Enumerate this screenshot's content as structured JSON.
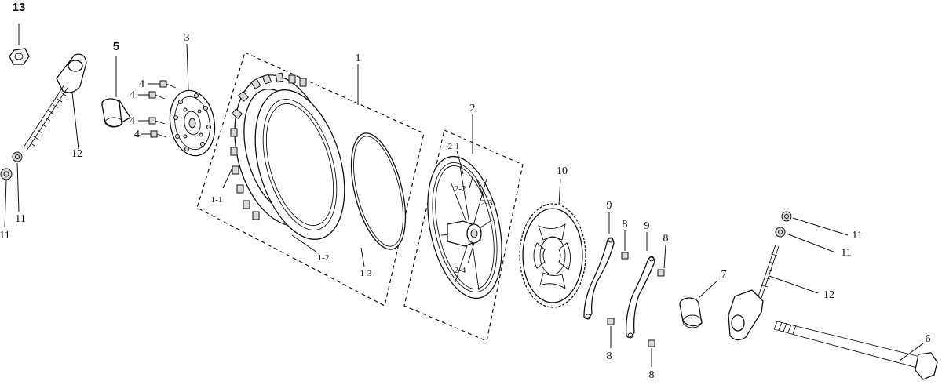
{
  "diagram": {
    "callouts": {
      "c13": "13",
      "c5": "5",
      "c3": "3",
      "c4a": "4",
      "c4b": "4",
      "c4c": "4",
      "c4d": "4",
      "c12_left": "12",
      "c11_left_a": "11",
      "c11_left_b": "11",
      "c1": "1",
      "c1_1": "1-1",
      "c1_2": "1-2",
      "c1_3": "1-3",
      "c2": "2",
      "c2_1": "2-1",
      "c2_2": "2-2",
      "c2_3": "2-3",
      "c2_4": "2-4",
      "c10": "10",
      "c9_a": "9",
      "c9_b": "9",
      "c8_a": "8",
      "c8_b": "8",
      "c8_c": "8",
      "c8_d": "8",
      "c7": "7",
      "c11_right_a": "11",
      "c11_right_b": "11",
      "c12_right": "12",
      "c6": "6"
    },
    "colors": {
      "line": "#111111",
      "background": "#ffffff",
      "shade": "#d9d9d9"
    }
  }
}
